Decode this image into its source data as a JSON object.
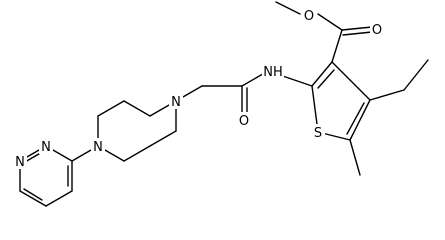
{
  "molecule": {
    "atoms": {
      "N": "N",
      "O": "O",
      "S": "S",
      "NH": "NH"
    },
    "colors": {
      "bond": "#000000",
      "label": "#000000",
      "background": "#ffffff"
    }
  }
}
